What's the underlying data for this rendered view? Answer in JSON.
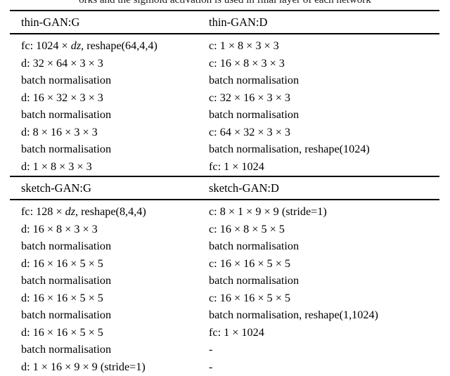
{
  "page": {
    "cutoff_text": "orks and the sigmoid activation is used in final layer of each network"
  },
  "tables": [
    {
      "id": "thin-gan",
      "headers": {
        "generator": "thin-GAN:G",
        "discriminator": "thin-GAN:D"
      },
      "rows": [
        {
          "g": "fc: 1024 × dz, reshape(64,4,4)",
          "d": "c: 1 × 8 × 3 × 3"
        },
        {
          "g": "d: 32 × 64 × 3 × 3",
          "d": "c: 16 × 8 × 3 × 3"
        },
        {
          "g": "batch normalisation",
          "d": "batch normalisation"
        },
        {
          "g": "d: 16 × 32 × 3 × 3",
          "d": "c: 32 × 16 × 3 × 3"
        },
        {
          "g": "batch normalisation",
          "d": "batch normalisation"
        },
        {
          "g": "d: 8 × 16 × 3 × 3",
          "d": "c: 64 × 32 × 3 × 3"
        },
        {
          "g": "batch normalisation",
          "d": "batch normalisation, reshape(1024)"
        },
        {
          "g": "d: 1 × 8 × 3 × 3",
          "d": "fc: 1 × 1024"
        }
      ]
    },
    {
      "id": "sketch-gan",
      "headers": {
        "generator": "sketch-GAN:G",
        "discriminator": "sketch-GAN:D"
      },
      "rows": [
        {
          "g": "fc: 128 × dz, reshape(8,4,4)",
          "d": "c: 8 × 1 × 9 × 9 (stride=1)"
        },
        {
          "g": "d: 16 × 8 × 3 × 3",
          "d": "c: 16 × 8 × 5 × 5"
        },
        {
          "g": "batch normalisation",
          "d": "batch normalisation"
        },
        {
          "g": "d: 16 × 16 × 5 × 5",
          "d": "c: 16 × 16 × 5 × 5"
        },
        {
          "g": "batch normalisation",
          "d": "batch normalisation"
        },
        {
          "g": "d: 16 × 16 × 5 × 5",
          "d": "c: 16 × 16 × 5 × 5"
        },
        {
          "g": "batch normalisation",
          "d": "batch normalisation, reshape(1,1024)"
        },
        {
          "g": "d: 16 × 16 × 5 × 5",
          "d": "fc: 1 × 1024"
        },
        {
          "g": "batch normalisation",
          "d": "-"
        },
        {
          "g": "d: 1 × 16 × 9 × 9 (stride=1)",
          "d": "-"
        }
      ]
    }
  ]
}
